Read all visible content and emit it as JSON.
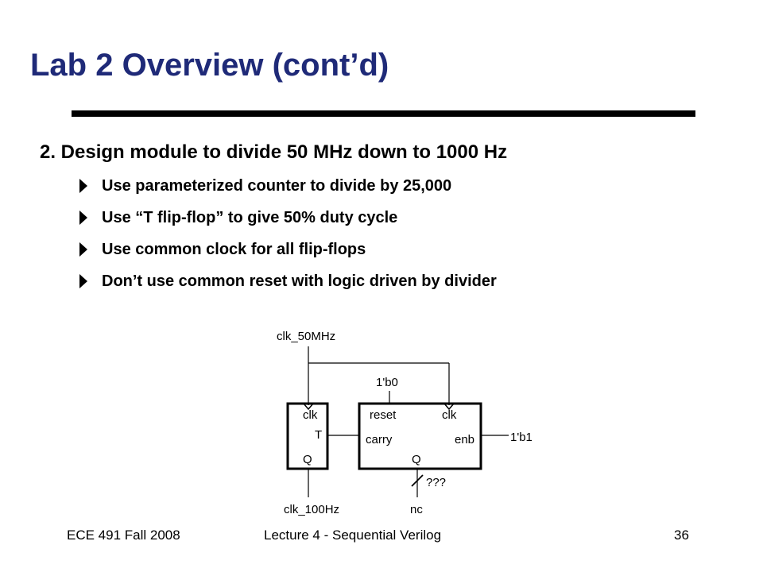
{
  "slide": {
    "title": "Lab 2 Overview (cont’d)",
    "main_point": "2. Design module to divide 50 MHz down to 1000 Hz",
    "bullets": [
      "Use parameterized counter to divide by 25,000",
      "Use “T flip-flop” to give 50% duty cycle",
      "Use common clock for all flip-flops",
      "Don’t use common reset with logic driven by divider"
    ],
    "accent_color": "#1f2a78"
  },
  "diagram": {
    "clk_in": "clk_50MHz",
    "reset_const": "1'b0",
    "enb_const": "1'b1",
    "tff": {
      "clk": "clk",
      "t": "T",
      "q": "Q"
    },
    "counter": {
      "reset": "reset",
      "clk": "clk",
      "carry": "carry",
      "enb": "enb",
      "q": "Q"
    },
    "bus_width": "???",
    "clk_out": "clk_100Hz",
    "nc": "nc"
  },
  "footer": {
    "left": "ECE 491 Fall 2008",
    "center": "Lecture 4 - Sequential Verilog",
    "page": "36"
  }
}
